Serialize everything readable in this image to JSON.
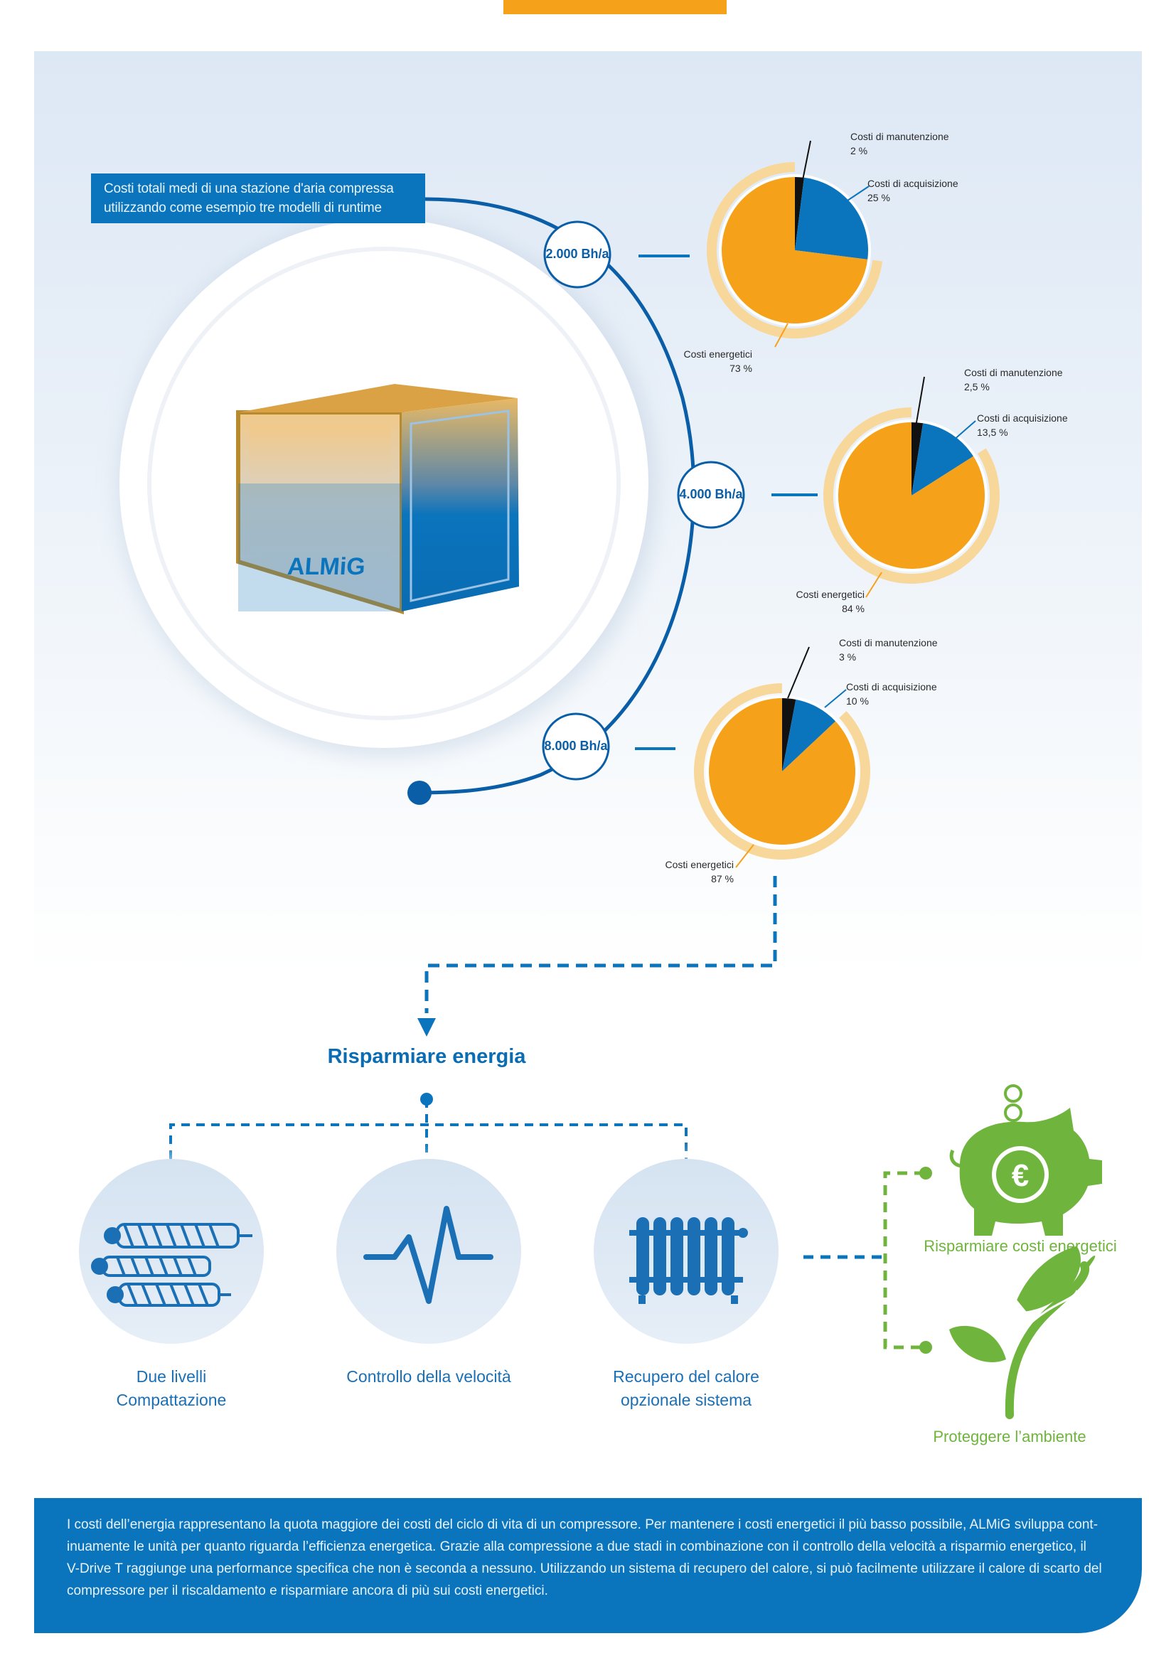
{
  "intro": {
    "line1": "Costi totali medi di una stazione d'aria compressa",
    "line2": "utilizzando come esempio tre modelli di runtime"
  },
  "brand_logo": "ALMiG",
  "colors": {
    "energy": "#f6a11a",
    "acquisition": "#0a74bc",
    "maintenance": "#111111",
    "ring": "#f8d79a",
    "accent_blue": "#0a6cb3",
    "accent_green": "#6fb43c"
  },
  "chart_data": [
    {
      "type": "pie",
      "title": "2.000 Bh/a",
      "slices": [
        {
          "label": "Costi di manutenzione",
          "value": 2,
          "display": "2 %"
        },
        {
          "label": "Costi di acquisizione",
          "value": 25,
          "display": "25 %"
        },
        {
          "label": "Costi energetici",
          "value": 73,
          "display": "73 %"
        }
      ]
    },
    {
      "type": "pie",
      "title": "4.000 Bh/a",
      "slices": [
        {
          "label": "Costi di manutenzione",
          "value": 2.5,
          "display": "2,5 %"
        },
        {
          "label": "Costi di acquisizione",
          "value": 13.5,
          "display": "13,5 %"
        },
        {
          "label": "Costi energetici",
          "value": 84,
          "display": "84 %"
        }
      ]
    },
    {
      "type": "pie",
      "title": "8.000 Bh/a",
      "slices": [
        {
          "label": "Costi di manutenzione",
          "value": 3,
          "display": "3 %"
        },
        {
          "label": "Costi di acquisizione",
          "value": 10,
          "display": "10 %"
        },
        {
          "label": "Costi energetici",
          "value": 87,
          "display": "87 %"
        }
      ]
    }
  ],
  "save_heading": "Risparmiare energia",
  "features": [
    {
      "line1": "Due livelli",
      "line2": "Compattazione",
      "icon": "screw-rotors-icon"
    },
    {
      "line1": "Controllo della velocità",
      "line2": "",
      "icon": "speed-wave-icon"
    },
    {
      "line1": "Recupero del calore",
      "line2": "opzionale sistema",
      "icon": "radiator-icon"
    }
  ],
  "benefits": [
    {
      "label": "Risparmiare costi energetici",
      "icon": "piggy-bank-euro-icon"
    },
    {
      "label": "Proteggere l’ambiente",
      "icon": "plant-icon"
    }
  ],
  "euro_symbol": "€",
  "footer": {
    "line1": "I costi dell’energia rappresentano la quota maggiore dei costi del ciclo di vita di un compressore. Per mantenere i costi energetici il più basso possibile, ALMiG sviluppa cont-",
    "line2": "inuamente le unità per quanto riguarda l’efficienza energetica. Grazie alla compressione a due stadi in combinazione con il controllo della velocità a risparmio energetico, il",
    "line3": "V-Drive T raggiunge una performance specifica che non è seconda a nessuno. Utilizzando un sistema di recupero del calore, si può facilmente utilizzare il calore di scarto del",
    "line4": "compressore per il riscaldamento e risparmiare ancora di più sui costi energetici."
  }
}
